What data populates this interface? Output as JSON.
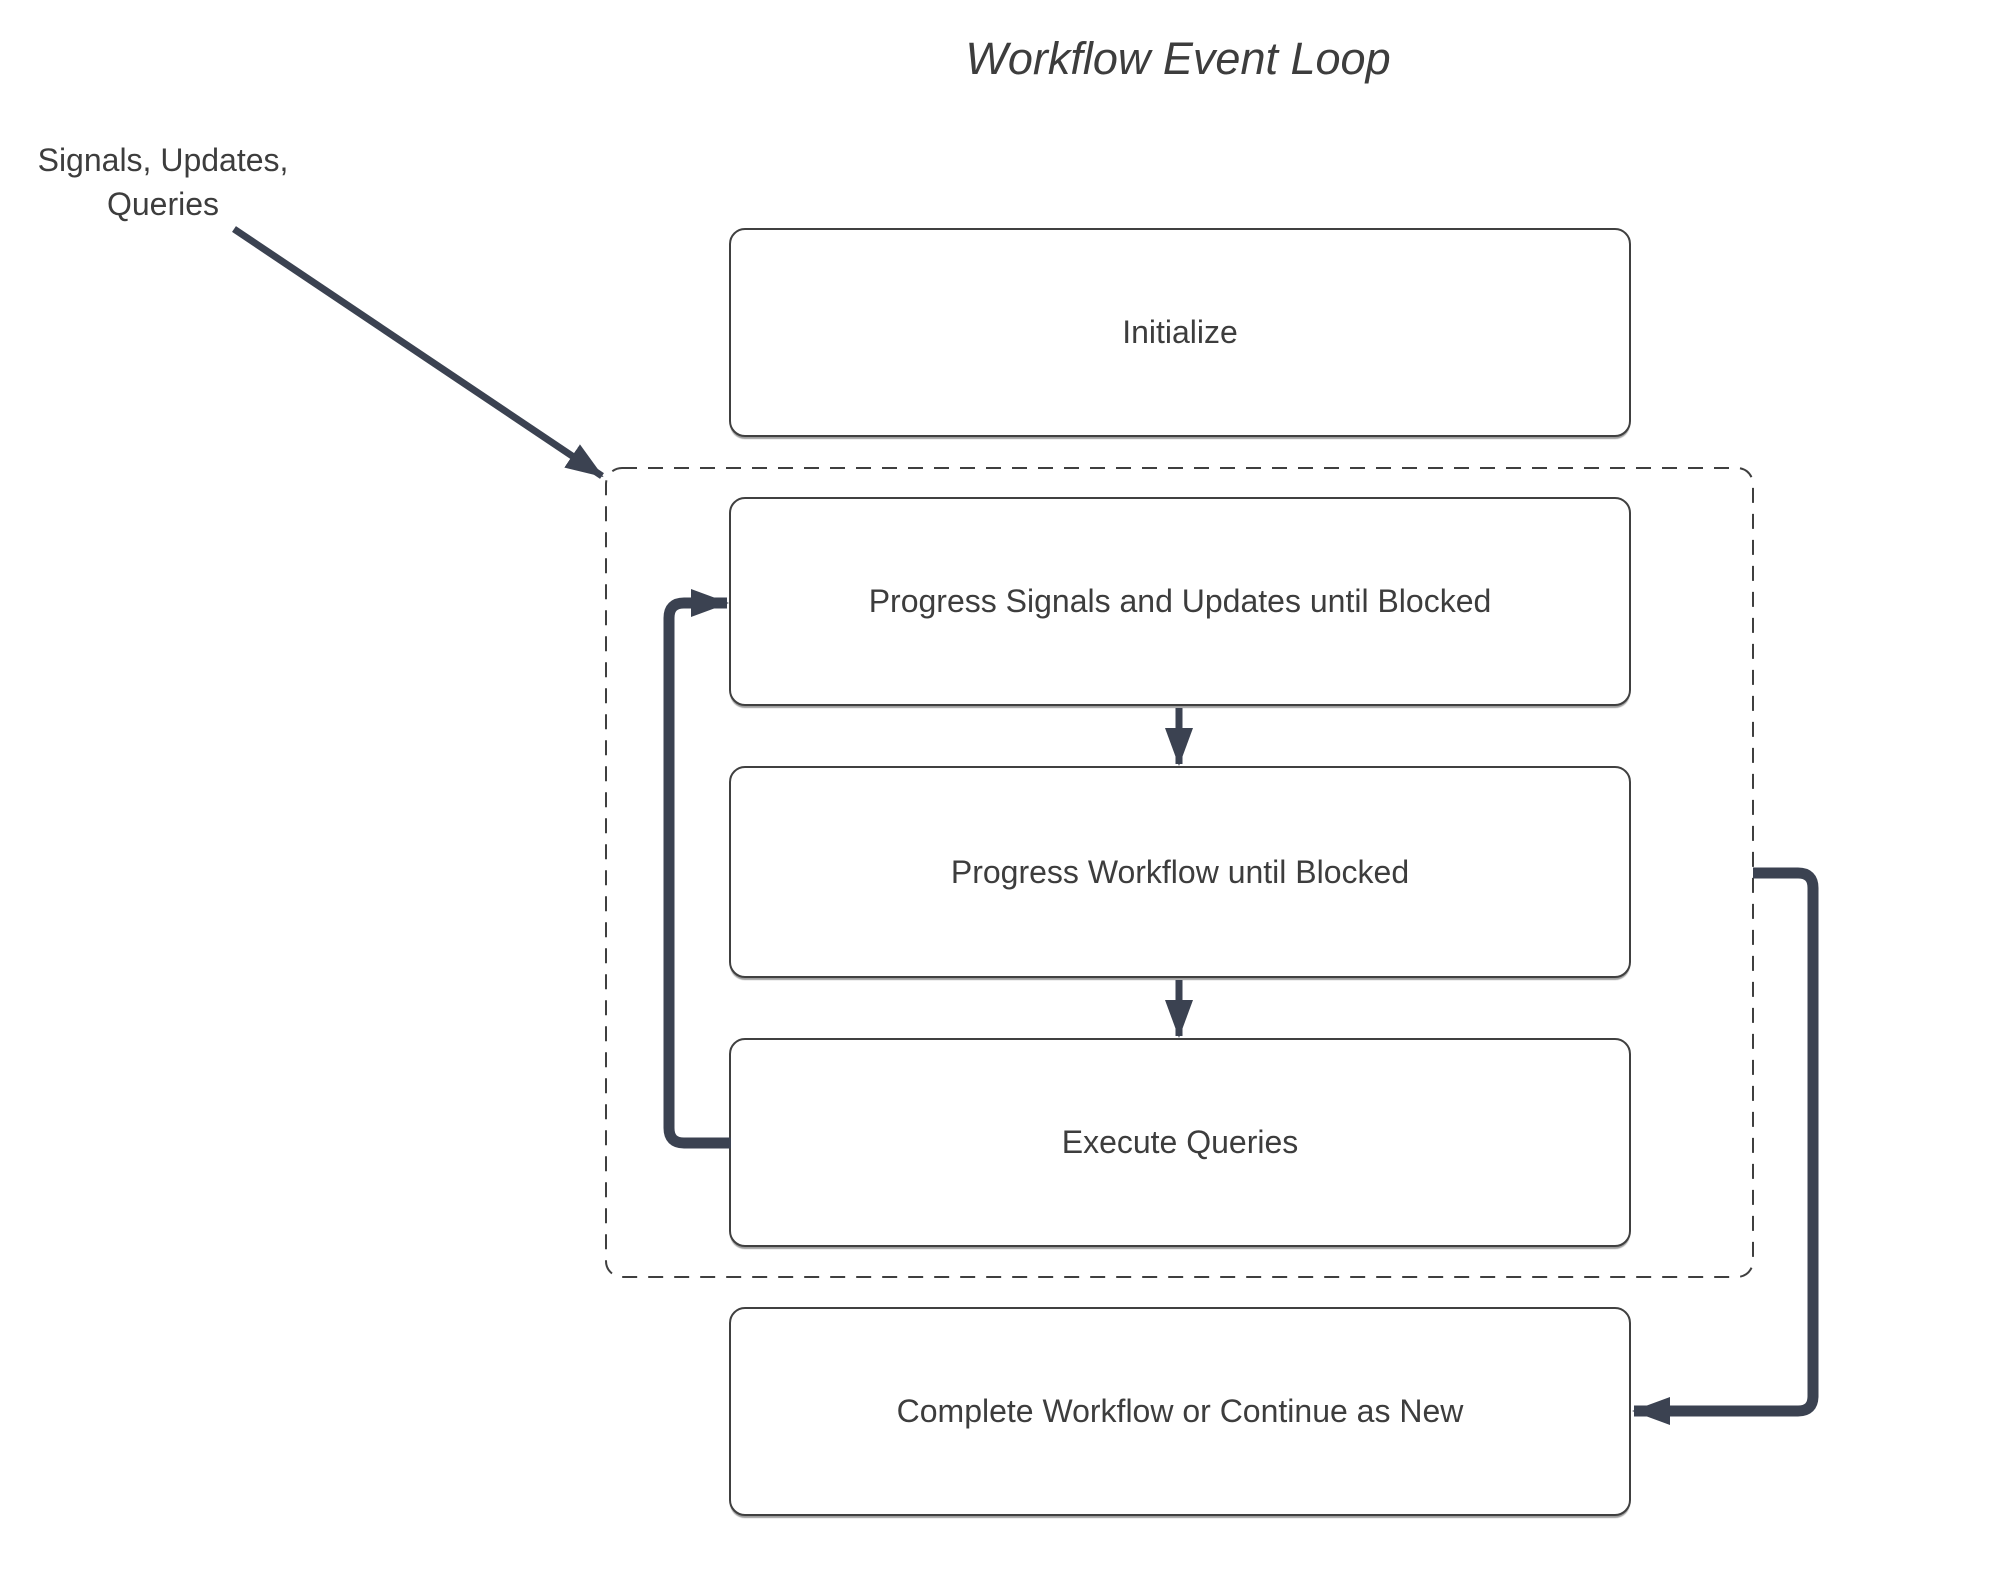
{
  "diagram": {
    "title": "Workflow Event Loop",
    "external_input": {
      "line1": "Signals, Updates,",
      "line2": "Queries"
    },
    "nodes": [
      {
        "id": "initialize",
        "label": "Initialize"
      },
      {
        "id": "progress-signals-updates",
        "label": "Progress Signals and Updates until Blocked"
      },
      {
        "id": "progress-workflow",
        "label": "Progress Workflow until Blocked"
      },
      {
        "id": "execute-queries",
        "label": "Execute Queries"
      },
      {
        "id": "complete-workflow",
        "label": "Complete Workflow or Continue as New"
      }
    ],
    "event_loop_group": {
      "style": "dashed",
      "contains": [
        "progress-signals-updates",
        "progress-workflow",
        "execute-queries"
      ]
    },
    "edges": [
      {
        "from": "external-input",
        "to": "event-loop-group",
        "kind": "straight-arrow"
      },
      {
        "from": "progress-signals-updates",
        "to": "progress-workflow",
        "kind": "down-arrow"
      },
      {
        "from": "progress-workflow",
        "to": "execute-queries",
        "kind": "down-arrow"
      },
      {
        "from": "execute-queries",
        "to": "progress-signals-updates",
        "kind": "loop-back-left"
      },
      {
        "from": "event-loop-group",
        "to": "complete-workflow",
        "kind": "loop-right"
      }
    ],
    "colors": {
      "arrow": "#3b4251",
      "box_border": "#404040",
      "dashed_border": "#3f3f3f",
      "text": "#3d3d3d",
      "background": "#ffffff"
    }
  }
}
